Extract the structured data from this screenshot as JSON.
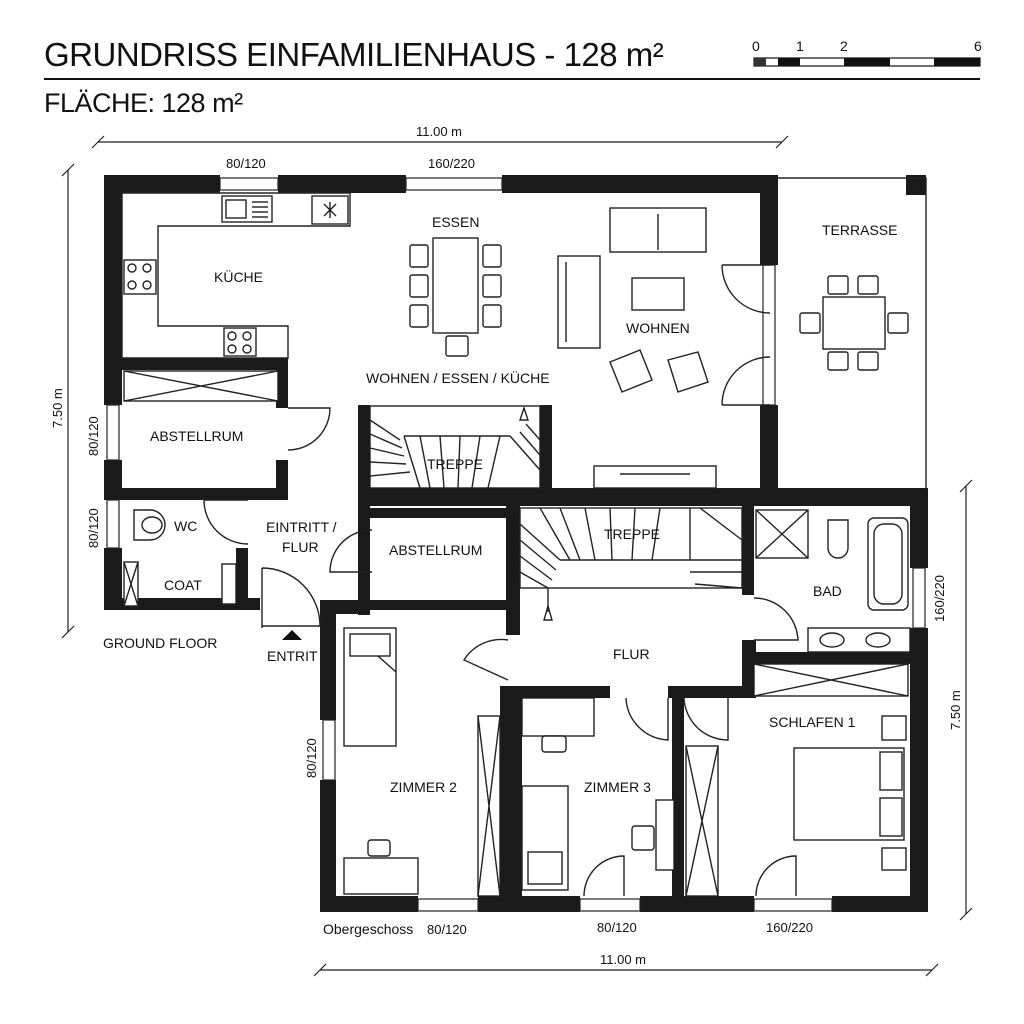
{
  "header": {
    "title": "GRUNDRISS EINFAMILIENHAUS - 128 m²",
    "area": "FLÄCHE: 128 m²",
    "scale_labels": [
      "0",
      "1",
      "2",
      "6"
    ]
  },
  "ground_floor": {
    "label": "GROUND FLOOR",
    "entrance_label": "ENTRIT",
    "rooms": {
      "kueche": "KÜCHE",
      "essen": "ESSEN",
      "wohnen": "WOHNEN",
      "wohnen_essen_kueche": "WOHNEN / ESSEN / KÜCHE",
      "terrasse": "TERRASSE",
      "abstellrum_1": "ABSTELLRUM",
      "abstellrum_2": "ABSTELLRUM",
      "wc": "WC",
      "coat": "COAT",
      "eintritt_line1": "EINTRITT /",
      "eintritt_line2": "FLUR",
      "treppe": "TREPPE"
    },
    "dimensions": {
      "width": "11.00 m",
      "height": "7.50 m",
      "window_top_left": "80/120",
      "window_top_center": "160/220",
      "window_left_upper": "80/120",
      "window_left_lower": "80/120"
    }
  },
  "upper_floor": {
    "label": "Obergeschoss",
    "rooms": {
      "treppe": "TREPPE",
      "bad": "BAD",
      "flur": "FLUR",
      "zimmer_2": "ZIMMER 2",
      "zimmer_3": "ZIMMER 3",
      "schlafen_1": "SCHLAFEN 1"
    },
    "dimensions": {
      "width": "11.00 m",
      "height": "7.50 m",
      "window_bottom_left": "80/120",
      "window_bottom_center": "80/120",
      "window_bottom_right": "160/220",
      "window_left": "80/120",
      "window_right": "160/220"
    }
  }
}
